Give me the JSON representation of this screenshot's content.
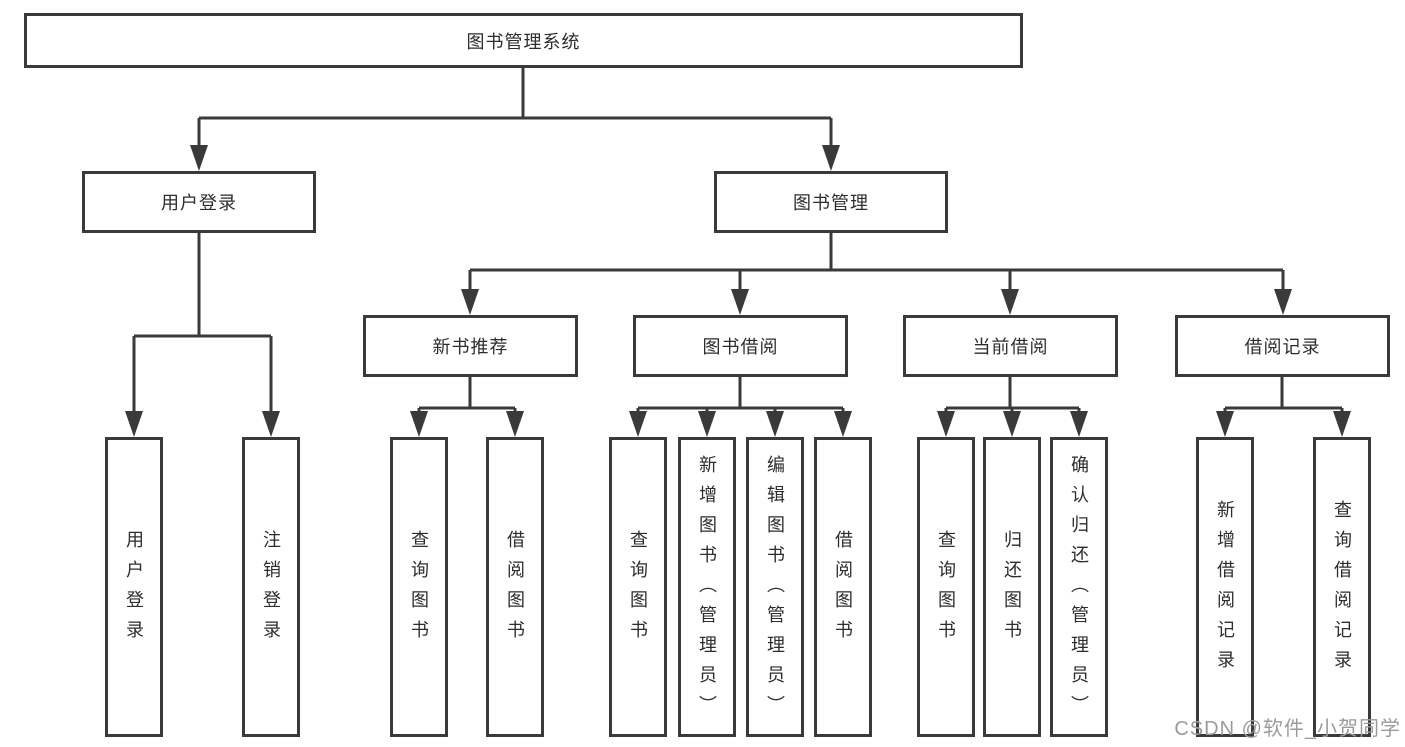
{
  "diagram": {
    "root": {
      "label": "图书管理系统"
    },
    "branches": [
      {
        "label": "用户登录",
        "children": [
          {
            "label": "用户登录"
          },
          {
            "label": "注销登录"
          }
        ]
      },
      {
        "label": "图书管理",
        "children": [
          {
            "label": "新书推荐",
            "children": [
              {
                "label": "查询图书"
              },
              {
                "label": "借阅图书"
              }
            ]
          },
          {
            "label": "图书借阅",
            "children": [
              {
                "label": "查询图书"
              },
              {
                "label": "新增图书（管理员）"
              },
              {
                "label": "编辑图书（管理员）"
              },
              {
                "label": "借阅图书"
              }
            ]
          },
          {
            "label": "当前借阅",
            "children": [
              {
                "label": "查询图书"
              },
              {
                "label": "归还图书"
              },
              {
                "label": "确认归还（管理员）"
              }
            ]
          },
          {
            "label": "借阅记录",
            "children": [
              {
                "label": "新增借阅记录"
              },
              {
                "label": "查询借阅记录"
              }
            ]
          }
        ]
      }
    ]
  },
  "watermark": {
    "text": "CSDN @软件_小贺同学"
  },
  "colors": {
    "line": "#3a3a3a",
    "text": "#2d2d2d",
    "box_background": "#ffffff",
    "watermark": "#9b9b9b",
    "background": "#ffffff"
  }
}
